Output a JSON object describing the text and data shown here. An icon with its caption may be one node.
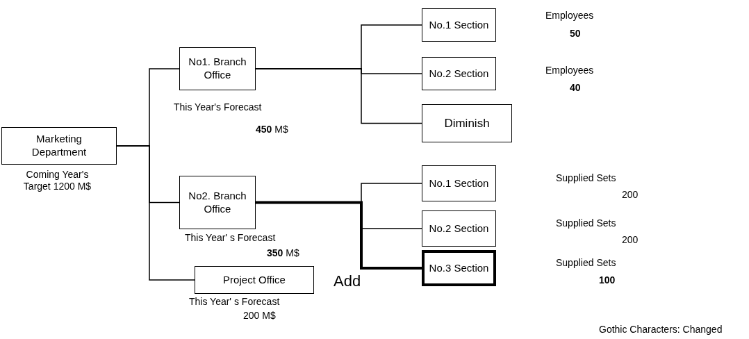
{
  "diagram": {
    "nodes": [
      {
        "text": [
          "Marketing Department"
        ],
        "beside": [
          "Coming Year's Target 1200 M$"
        ]
      },
      {
        "text": [
          "No1. Branch Office"
        ],
        "beside": [
          "This Year's Forecast",
          "**450** M$"
        ]
      },
      {
        "text": [
          "No2. Branch Office"
        ],
        "beside": [
          "This Year' s Forecast",
          "**350** M$"
        ]
      },
      {
        "text": [
          "Project Office"
        ],
        "beside": [
          "This Year' s Forecast",
          "200 M$"
        ]
      },
      {
        "text": [
          "No.1 Section"
        ],
        "beside": [
          "Employees",
          "50"
        ]
      },
      {
        "text": [
          "No.2 Section"
        ],
        "beside": [
          "Employees",
          "40"
        ]
      },
      {
        "text": [
          "Diminish"
        ]
      },
      {
        "text": [
          "No.1 Section"
        ],
        "beside": [
          "Supplied Sets",
          "200"
        ]
      },
      {
        "text": [
          "No.2 Section"
        ],
        "beside": [
          "Supplied Sets",
          "200"
        ]
      },
      {
        "text": [
          "No.3 Section"
        ],
        "beside": [
          "Supplied Sets",
          "100"
        ]
      }
    ],
    "edges": [
      {
        "from": 0,
        "to": 1,
        "arrow": "none"
      },
      {
        "from": 0,
        "to": 2,
        "arrow": "none"
      },
      {
        "from": 0,
        "to": 3,
        "arrow": "none"
      },
      {
        "from": 1,
        "to": 4,
        "arrow": "none"
      },
      {
        "from": 1,
        "to": 5,
        "arrow": "none"
      },
      {
        "from": 1,
        "to": 6,
        "arrow": "none"
      },
      {
        "from": 2,
        "to": 7,
        "arrow": "none"
      },
      {
        "from": 2,
        "to": 8,
        "arrow": "none"
      },
      {
        "from": 2,
        "to": 9,
        "arrow": "none",
        "style": "thick",
        "label": "Add"
      }
    ],
    "labels": [
      "Gothic Characters: Changed"
    ]
  }
}
